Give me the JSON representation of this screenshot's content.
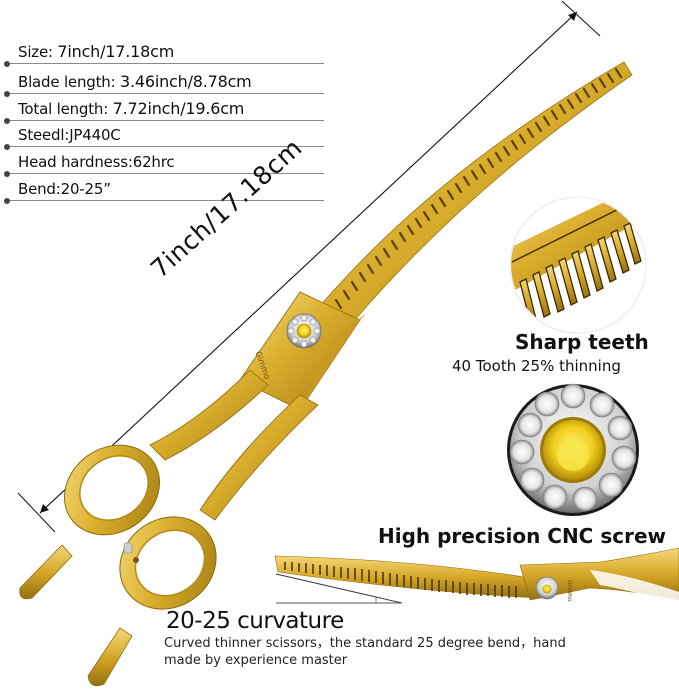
{
  "specs": [
    {
      "label": "Size: ",
      "value": "7inch/17.18cm"
    },
    {
      "label": "Blade length: ",
      "value": "3.46inch/8.78cm"
    },
    {
      "label": "Total length: ",
      "value": "7.72inch/19.6cm"
    },
    {
      "label": "Steedl:",
      "value": "JP440C"
    },
    {
      "label": "Head hardness:",
      "value": "62hrc"
    },
    {
      "label": "Bend:",
      "value": "20-25”"
    }
  ],
  "dimension_label": "7inch/17.18cm",
  "brand_engraving": "Gimmo",
  "features": {
    "teeth": {
      "title": "Sharp teeth",
      "subtitle": "40 Tooth  25% thinning"
    },
    "screw": {
      "title": "High precision CNC screw"
    },
    "curvature": {
      "title": "20-25 curvature",
      "description": "Curved thinner scissors，the standard 25 degree bend，hand made by experience master"
    }
  },
  "colors": {
    "gold": "#d4a92a",
    "gold_light": "#f1d36a",
    "gold_dark": "#9c7412",
    "crystal_yellow": "#f2d21e",
    "silver": "#d8d8d8"
  }
}
